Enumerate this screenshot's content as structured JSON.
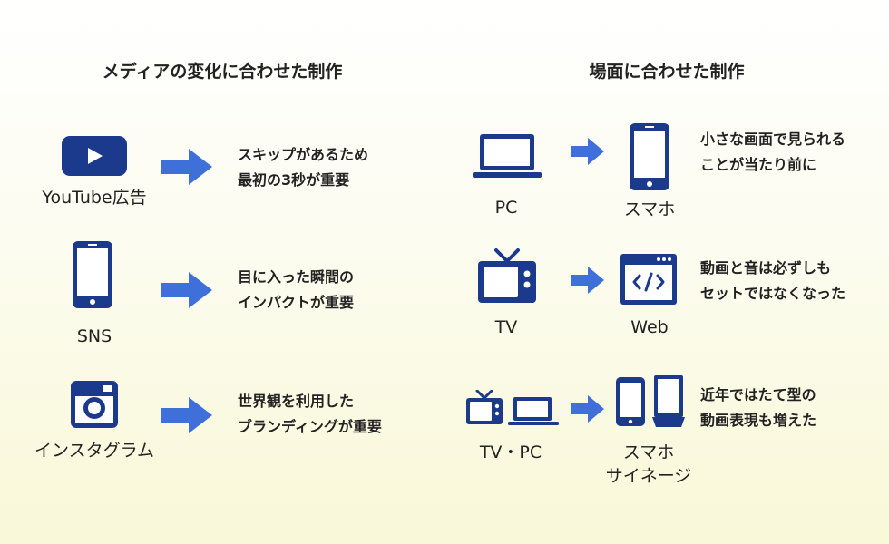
{
  "left": {
    "title": "メディアの変化に合わせた制作",
    "items": [
      {
        "label": "YouTube広告",
        "icon": "youtube-icon",
        "desc": [
          "スキップがあるため",
          "最初の3秒が重要"
        ]
      },
      {
        "label": "SNS",
        "icon": "smartphone-icon",
        "desc": [
          "目に入った瞬間の",
          "インパクトが重要"
        ]
      },
      {
        "label": "インスタグラム",
        "icon": "instagram-icon",
        "desc": [
          "世界観を利用した",
          "ブランディングが重要"
        ]
      }
    ]
  },
  "right": {
    "title": "場面に合わせた制作",
    "rows": [
      {
        "from": "PC",
        "to": "スマホ",
        "from_icon": "laptop-icon",
        "to_icon": "smartphone-icon",
        "desc": [
          "小さな画面で見られる",
          "ことが当たり前に"
        ]
      },
      {
        "from": "TV",
        "to": "Web",
        "from_icon": "tv-icon",
        "to_icon": "browser-code-icon",
        "desc": [
          "動画と音は必ずしも",
          "セットではなくなった"
        ]
      },
      {
        "from": "TV・PC",
        "to": [
          "スマホ",
          "サイネージ"
        ],
        "from_icon": "tv-and-laptop-icon",
        "to_icon": "smartphone-and-signage-icon",
        "desc": [
          "近年ではたて型の",
          "動画表現も増えた"
        ]
      }
    ]
  },
  "colors": {
    "icon": "#1b3a8c",
    "arrow": "#3f6fd8"
  }
}
